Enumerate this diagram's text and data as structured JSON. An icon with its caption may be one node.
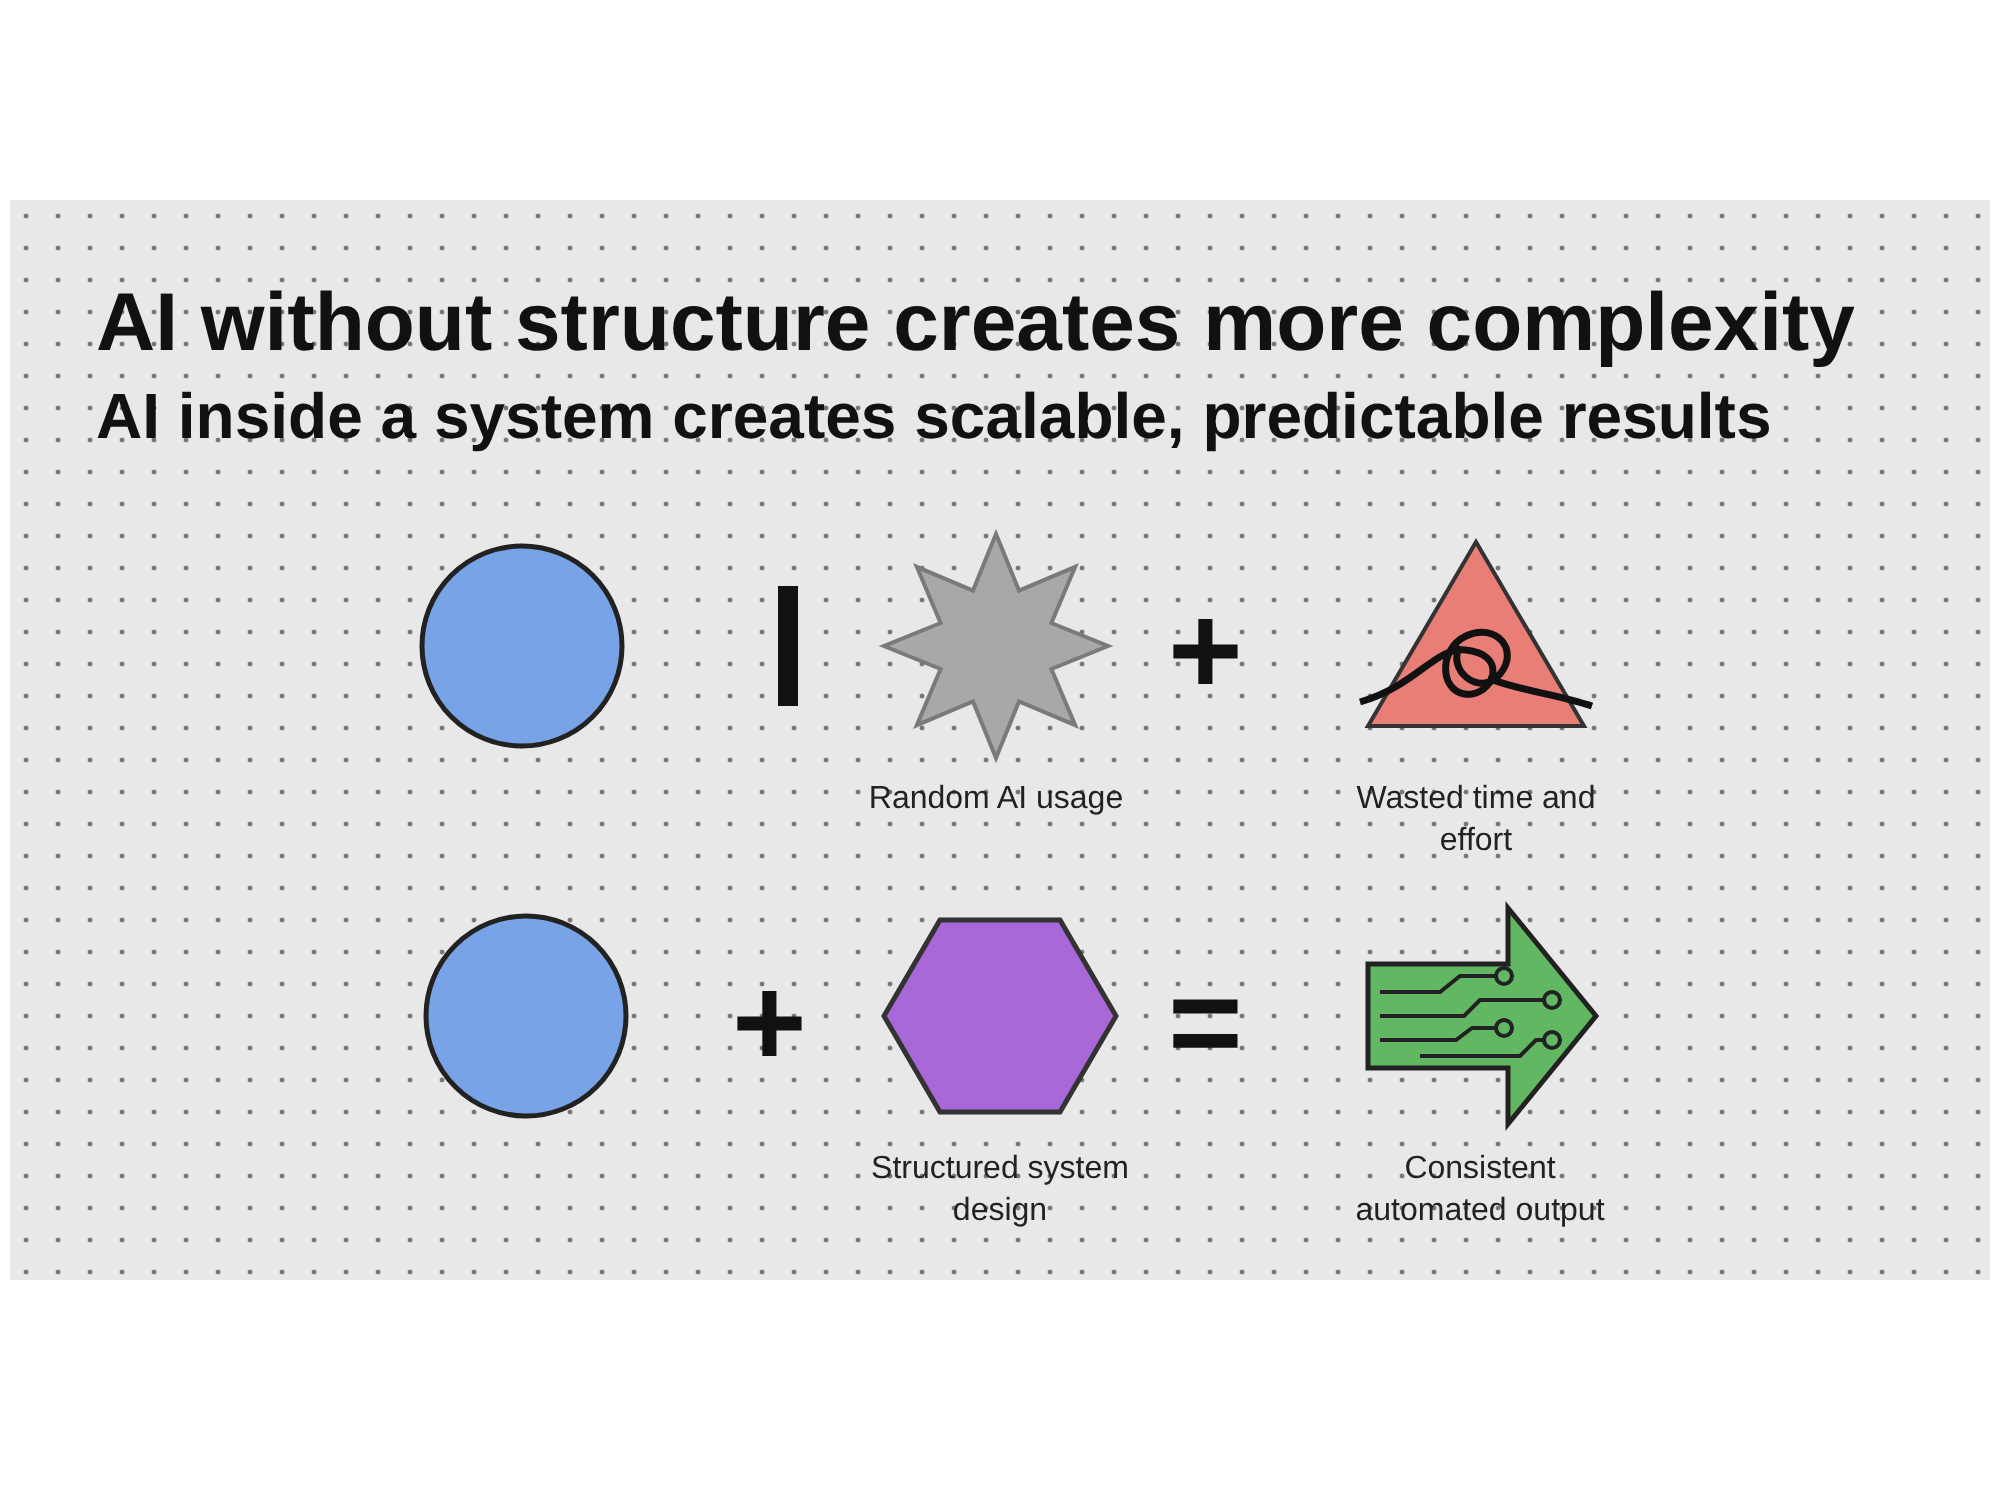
{
  "diagram": {
    "title": "AI without structure creates more complexity",
    "nodes": [
      {
        "text": [],
        "shape": "circle"
      },
      {
        "text": [],
        "shape": "star",
        "beside": [
          "Random AI usage"
        ]
      },
      {
        "text": [],
        "shape": "triangle",
        "beside": [
          "Wasted time and effort"
        ]
      },
      {
        "text": [],
        "shape": "circle"
      },
      {
        "text": [],
        "shape": "hexagon",
        "beside": [
          "Structured system design"
        ]
      },
      {
        "text": [],
        "shape": "arrow",
        "beside": [
          "Consistent automated output"
        ]
      }
    ],
    "labels": [
      "AI inside a system creates scalable, predictable results",
      "+",
      "+",
      "="
    ]
  }
}
